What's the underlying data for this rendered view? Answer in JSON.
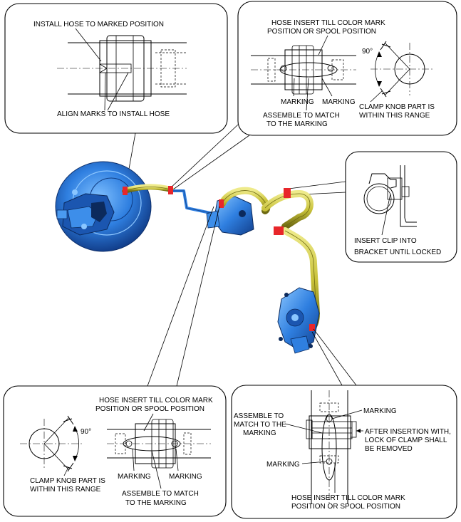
{
  "labels": {
    "install_hose": "INSTALL HOSE TO MARKED POSITION",
    "align_marks": "ALIGN MARKS TO INSTALL HOSE",
    "tr_hose_insert_1": "HOSE INSERT TILL COLOR MARK",
    "tr_hose_insert_2": "POSITION OR SPOOL POSITION",
    "tr_angle": "90°",
    "tr_marking_left": "MARKING",
    "tr_marking_right": "MARKING",
    "tr_assemble_1": "ASSEMBLE TO MATCH",
    "tr_assemble_2": "TO THE MARKING",
    "tr_clamp_1": "CLAMP KNOB PART IS",
    "tr_clamp_2": "WITHIN THIS RANGE",
    "clip_1": "INSERT CLIP INTO",
    "clip_2": "BRACKET UNTIL LOCKED",
    "bl_hose_insert_1": "HOSE INSERT TILL COLOR MARK",
    "bl_hose_insert_2": "POSITION OR SPOOL POSITION",
    "bl_angle": "90°",
    "bl_clamp_1": "CLAMP KNOB PART IS",
    "bl_clamp_2": "WITHIN THIS RANGE",
    "bl_marking_left": "MARKING",
    "bl_marking_right": "MARKING",
    "bl_assemble_1": "ASSEMBLE TO MATCH",
    "bl_assemble_2": "TO THE MARKING",
    "br_assemble_1": "ASSEMBLE TO",
    "br_assemble_2": "MATCH TO THE",
    "br_assemble_3": "MARKING",
    "br_marking_top": "MARKING",
    "br_after_1": "AFTER INSERTION WITH,",
    "br_after_2": "LOCK OF CLAMP SHALL",
    "br_after_3": "BE REMOVED",
    "br_marking_bottom": "MARKING",
    "br_hose_insert_1": "HOSE INSERT TILL COLOR MARK",
    "br_hose_insert_2": "POSITION OR SPOOL POSITION"
  },
  "colors": {
    "component_blue": "#2f7fe0",
    "component_dark": "#123f8c",
    "hose_yellow": "#c9c23a",
    "hose_dark": "#6e6a12",
    "clamp_red": "#e8262a",
    "line": "#000000"
  }
}
